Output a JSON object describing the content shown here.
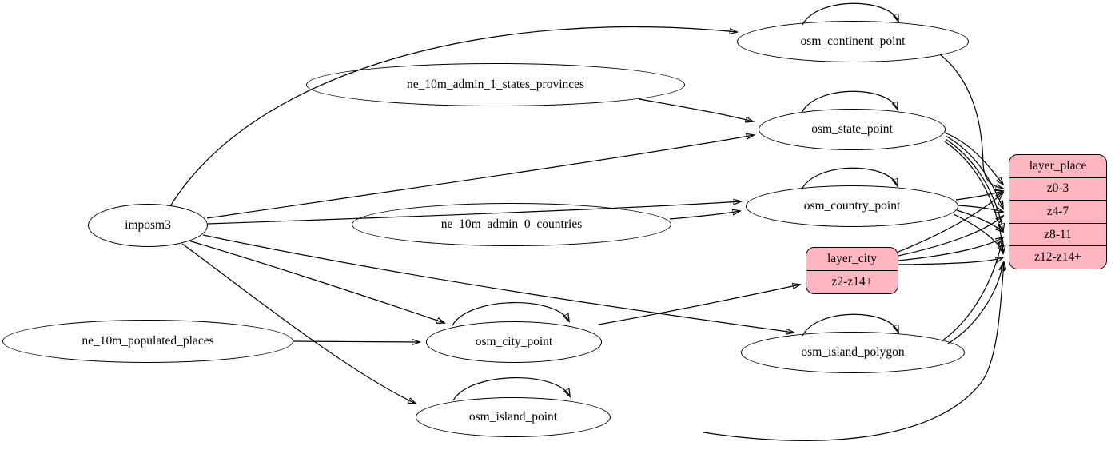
{
  "diagram": {
    "type": "etl-dependency-graph",
    "background_color": "#ffffff",
    "node_fill_color": "#ffffff",
    "record_fill_color": "#ffb6c1",
    "stroke_color": "#000000"
  },
  "nodes": {
    "imposm3": {
      "label": "imposm3"
    },
    "ne_10m_admin_1_states_provinces": {
      "label": "ne_10m_admin_1_states_provinces"
    },
    "ne_10m_admin_0_countries": {
      "label": "ne_10m_admin_0_countries"
    },
    "ne_10m_populated_places": {
      "label": "ne_10m_populated_places"
    },
    "osm_continent_point": {
      "label": "osm_continent_point"
    },
    "osm_state_point": {
      "label": "osm_state_point"
    },
    "osm_country_point": {
      "label": "osm_country_point"
    },
    "osm_city_point": {
      "label": "osm_city_point"
    },
    "osm_island_polygon": {
      "label": "osm_island_polygon"
    },
    "osm_island_point": {
      "label": "osm_island_point"
    }
  },
  "records": {
    "layer_city": {
      "title": "layer_city",
      "rows": [
        "z2-z14+"
      ]
    },
    "layer_place": {
      "title": "layer_place",
      "rows": [
        "z0-3",
        "z4-7",
        "z8-11",
        "z12-z14+"
      ]
    }
  },
  "edges": [
    {
      "from": "imposm3",
      "to": "osm_continent_point"
    },
    {
      "from": "imposm3",
      "to": "osm_state_point"
    },
    {
      "from": "imposm3",
      "to": "osm_country_point"
    },
    {
      "from": "imposm3",
      "to": "osm_city_point"
    },
    {
      "from": "imposm3",
      "to": "osm_island_polygon"
    },
    {
      "from": "imposm3",
      "to": "osm_island_point"
    },
    {
      "from": "ne_10m_admin_1_states_provinces",
      "to": "osm_state_point"
    },
    {
      "from": "ne_10m_admin_0_countries",
      "to": "osm_country_point"
    },
    {
      "from": "ne_10m_populated_places",
      "to": "osm_city_point"
    },
    {
      "from": "osm_continent_point",
      "to": "osm_continent_point"
    },
    {
      "from": "osm_state_point",
      "to": "osm_state_point"
    },
    {
      "from": "osm_country_point",
      "to": "osm_country_point"
    },
    {
      "from": "osm_city_point",
      "to": "osm_city_point"
    },
    {
      "from": "osm_island_polygon",
      "to": "osm_island_polygon"
    },
    {
      "from": "osm_island_point",
      "to": "osm_island_point"
    },
    {
      "from": "osm_city_point",
      "to": "layer_city:z2-z14+"
    },
    {
      "from": "osm_continent_point",
      "to": "layer_place:z0-3"
    },
    {
      "from": "osm_state_point",
      "to": "layer_place:z0-3"
    },
    {
      "from": "osm_state_point",
      "to": "layer_place:z4-7"
    },
    {
      "from": "osm_state_point",
      "to": "layer_place:z8-11"
    },
    {
      "from": "osm_state_point",
      "to": "layer_place:z12-z14+"
    },
    {
      "from": "osm_country_point",
      "to": "layer_place:z0-3"
    },
    {
      "from": "osm_country_point",
      "to": "layer_place:z4-7"
    },
    {
      "from": "osm_country_point",
      "to": "layer_place:z8-11"
    },
    {
      "from": "osm_country_point",
      "to": "layer_place:z12-z14+"
    },
    {
      "from": "layer_city",
      "to": "layer_place:z0-3"
    },
    {
      "from": "layer_city",
      "to": "layer_place:z4-7"
    },
    {
      "from": "layer_city",
      "to": "layer_place:z8-11"
    },
    {
      "from": "layer_city",
      "to": "layer_place:z12-z14+"
    },
    {
      "from": "osm_island_polygon",
      "to": "layer_place:z8-11"
    },
    {
      "from": "osm_island_polygon",
      "to": "layer_place:z12-z14+"
    },
    {
      "from": "osm_island_point",
      "to": "layer_place:z12-z14+"
    }
  ]
}
